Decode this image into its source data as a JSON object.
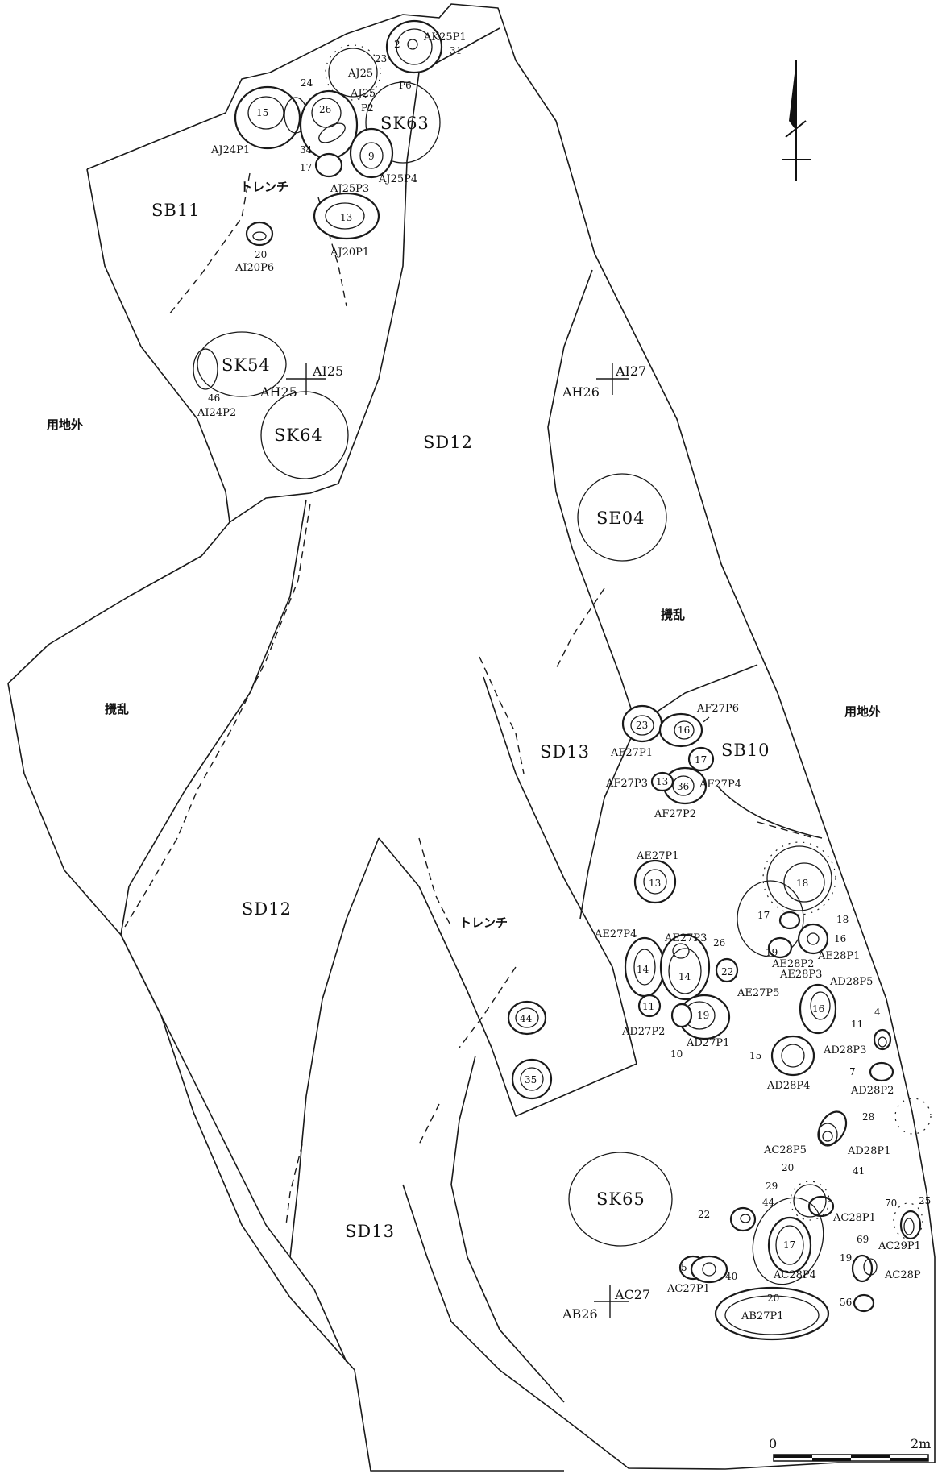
{
  "features": {
    "SB11": "SB11",
    "SB10": "SB10",
    "SK63": "SK63",
    "SK54": "SK54",
    "SK64": "SK64",
    "SK65": "SK65",
    "SE04": "SE04",
    "SD12_upper": "SD12",
    "SD12_lower": "SD12",
    "SD13_mid": "SD13",
    "SD13_lower": "SD13"
  },
  "areas": {
    "outside_left": "用地外",
    "outside_right": "用地外",
    "disturbed_left": "攪乱",
    "disturbed_right": "攪乱",
    "trench_top": "トレンチ",
    "trench_mid": "トレンチ"
  },
  "grid_points": {
    "AI25": "AI25",
    "AH25": "AH25",
    "AI27": "AI27",
    "AH26": "AH26",
    "AC27": "AC27",
    "AB26": "AB26"
  },
  "pits_top": {
    "AK25P1": "AK25P1",
    "AJ25": "AJ25",
    "AJ25_2": "AJ25",
    "P6": "P6",
    "P2": "P2",
    "AJ24P1": "AJ24P1",
    "AJ25P3": "AJ25P3",
    "AJ25P4": "AJ25P4",
    "AJ20P1": "AJ20P1",
    "AI20P6": "AI20P6",
    "AI24P2": "AI24P2",
    "d2": "2",
    "d31": "31",
    "d23": "23",
    "d24": "24",
    "d15": "15",
    "d26": "26",
    "d34": "34",
    "d9": "9",
    "d17": "17",
    "d13": "13",
    "d20": "20",
    "d46": "46"
  },
  "pits_right": {
    "AF27P6": "AF27P6",
    "AF27P1": "AF27P1",
    "AF27P3": "AF27P3",
    "AF27P4": "AF27P4",
    "AF27P2": "AF27P2",
    "AE27P1": "AE27P1",
    "AE27P4": "AE27P4",
    "AE27P3": "AE27P3",
    "AE27P5": "AE27P5",
    "AE28P1": "AE28P1",
    "AE28P2": "AE28P2",
    "AE28P3": "AE28P3",
    "AD28P5": "AD28P5",
    "AD27P2": "AD27P2",
    "AD27P1": "AD27P1",
    "AD28P3": "AD28P3",
    "AD28P4": "AD28P4",
    "AD28P2": "AD28P2",
    "AD28P1": "AD28P1",
    "AC28P5": "AC28P5",
    "AC28P1": "AC28P1",
    "AC29P1": "AC29P1",
    "AC28P4": "AC28P4",
    "AC28P": "AC28P",
    "AC27P1": "AC27P1",
    "AB27P1": "AB27P1",
    "d23": "23",
    "d16a": "16",
    "d17a": "17",
    "d13a": "13",
    "d36": "36",
    "d13b": "13",
    "d18a": "18",
    "d17b": "17",
    "d18b": "18",
    "d16b": "16",
    "d19a": "19",
    "d26": "26",
    "d14a": "14",
    "d14b": "14",
    "d22a": "22",
    "d11a": "11",
    "d19b": "19",
    "d10": "10",
    "d16c": "16",
    "d11b": "11",
    "d4": "4",
    "d15": "15",
    "d7": "7",
    "d28": "28",
    "d20a": "20",
    "d41": "41",
    "d29": "29",
    "d22b": "22",
    "d44a": "44",
    "d70": "70",
    "d25": "25",
    "d17c": "17",
    "d69": "69",
    "d19c": "19",
    "d5": "5",
    "d40": "40",
    "d56": "56",
    "d20b": "20",
    "d44b": "44",
    "d35": "35"
  },
  "scale": {
    "zero": "0",
    "end": "2m"
  }
}
